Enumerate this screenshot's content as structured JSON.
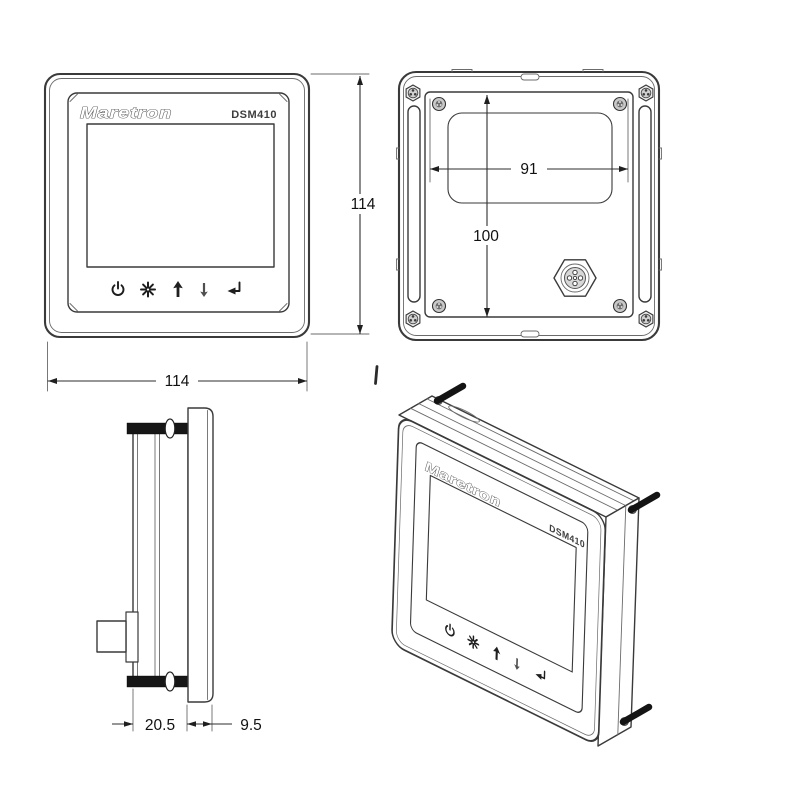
{
  "drawing": {
    "brand": "Maretron",
    "model": "DSM410",
    "dims": {
      "front_height": "114",
      "front_width": "114",
      "back_hole_width": "91",
      "back_hole_height": "100",
      "depth_behind_panel": "20.5",
      "bezel_depth": "9.5"
    },
    "icons": [
      "power-icon",
      "brightness-icon",
      "up-arrow-icon",
      "down-arrow-icon",
      "enter-icon"
    ],
    "colors": {
      "line": "#3a3a3a",
      "bracket_black": "#161616",
      "background": "#ffffff",
      "screw_fill": "#cfcfcf"
    }
  }
}
